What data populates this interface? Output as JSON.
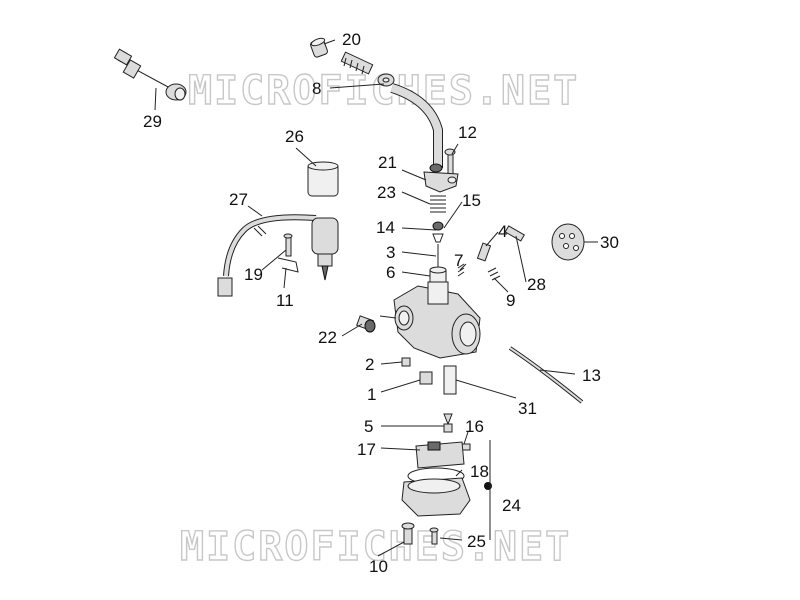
{
  "watermark": {
    "top": "MICROFICHES.NET",
    "bottom": "MICROFICHES.NET"
  },
  "callouts": {
    "c1": "1",
    "c2": "2",
    "c3": "3",
    "c4": "4",
    "c5": "5",
    "c6": "6",
    "c7": "7",
    "c8": "8",
    "c9": "9",
    "c10": "10",
    "c11": "11",
    "c12": "12",
    "c13": "13",
    "c14": "14",
    "c15": "15",
    "c16": "16",
    "c17": "17",
    "c18": "18",
    "c19": "19",
    "c20": "20",
    "c21": "21",
    "c22": "22",
    "c23": "23",
    "c24": "24",
    "c25": "25",
    "c26": "26",
    "c27": "27",
    "c28": "28",
    "c29": "29",
    "c30": "30",
    "c31": "31"
  },
  "colors": {
    "line": "#222222",
    "part_fill": "#dcdcdc",
    "watermark_outline": "#c8c8c8"
  }
}
